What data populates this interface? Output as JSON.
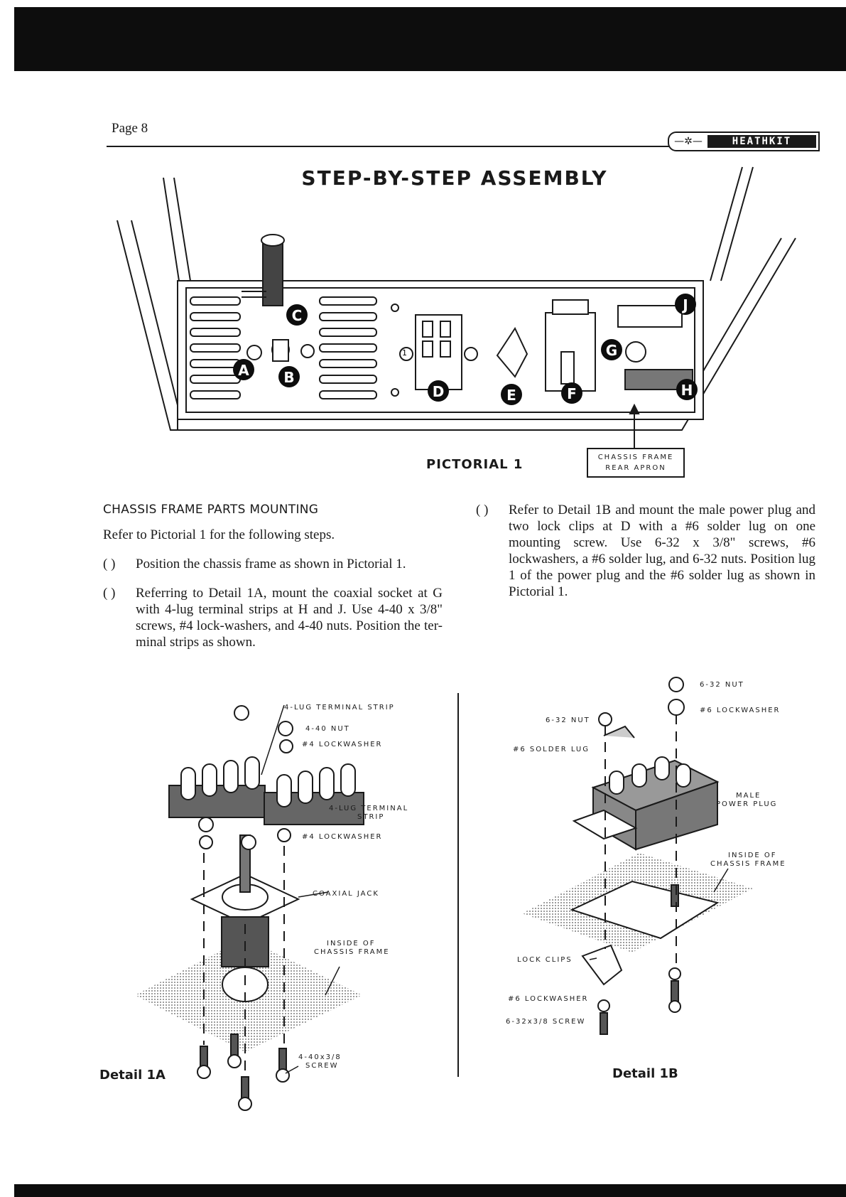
{
  "header": {
    "page_label": "Page 8",
    "brand": "HEATHKIT",
    "title": "STEP-BY-STEP ASSEMBLY"
  },
  "pictorial": {
    "caption": "PICTORIAL 1",
    "callout_line1": "CHASSIS FRAME",
    "callout_line2": "REAR APRON",
    "markers": [
      "A",
      "B",
      "C",
      "D",
      "E",
      "F",
      "G",
      "H",
      "J"
    ],
    "lug_label": "1"
  },
  "section": {
    "heading": "CHASSIS FRAME PARTS MOUNTING",
    "intro": "Refer to Pictorial 1 for the following steps.",
    "checkbox": "( )",
    "steps": [
      "Position the chassis frame as shown in Pictorial 1.",
      "Referring to Detail 1A, mount the coaxial socket at G with 4-lug terminal strips at H and J. Use 4-40 x 3/8\" screws, #4 lock-washers, and 4-40 nuts. Position the ter-minal strips as shown.",
      "Refer to Detail 1B and mount the male power plug and two lock clips at D with a #6 solder lug on one mounting screw. Use 6-32 x 3/8\" screws, #6 lockwashers, a #6 solder lug, and 6-32 nuts. Position lug 1 of the power plug and the #6 solder lug as shown in Pictorial 1."
    ]
  },
  "detail_1a": {
    "caption": "Detail 1A",
    "labels": {
      "terminal_strip_top": "4-LUG TERMINAL STRIP",
      "nut": "4-40 NUT",
      "lockwasher_top": "#4 LOCKWASHER",
      "terminal_strip_mid_1": "4-LUG TERMINAL",
      "terminal_strip_mid_2": "STRIP",
      "lockwasher_mid": "#4 LOCKWASHER",
      "coaxial_jack": "COAXIAL JACK",
      "inside_1": "INSIDE OF",
      "inside_2": "CHASSIS FRAME",
      "screw_1": "4-40x3/8",
      "screw_2": "SCREW"
    }
  },
  "detail_1b": {
    "caption": "Detail 1B",
    "labels": {
      "nut_top": "6-32 NUT",
      "lockwasher_top": "#6 LOCKWASHER",
      "nut_left": "6-32 NUT",
      "solder_lug": "#6 SOLDER LUG",
      "plug_1": "MALE",
      "plug_2": "POWER PLUG",
      "inside_1": "INSIDE OF",
      "inside_2": "CHASSIS FRAME",
      "lock_clips": "LOCK CLIPS",
      "lockwasher_bottom": "#6 LOCKWASHER",
      "screw": "6-32x3/8   SCREW"
    }
  }
}
